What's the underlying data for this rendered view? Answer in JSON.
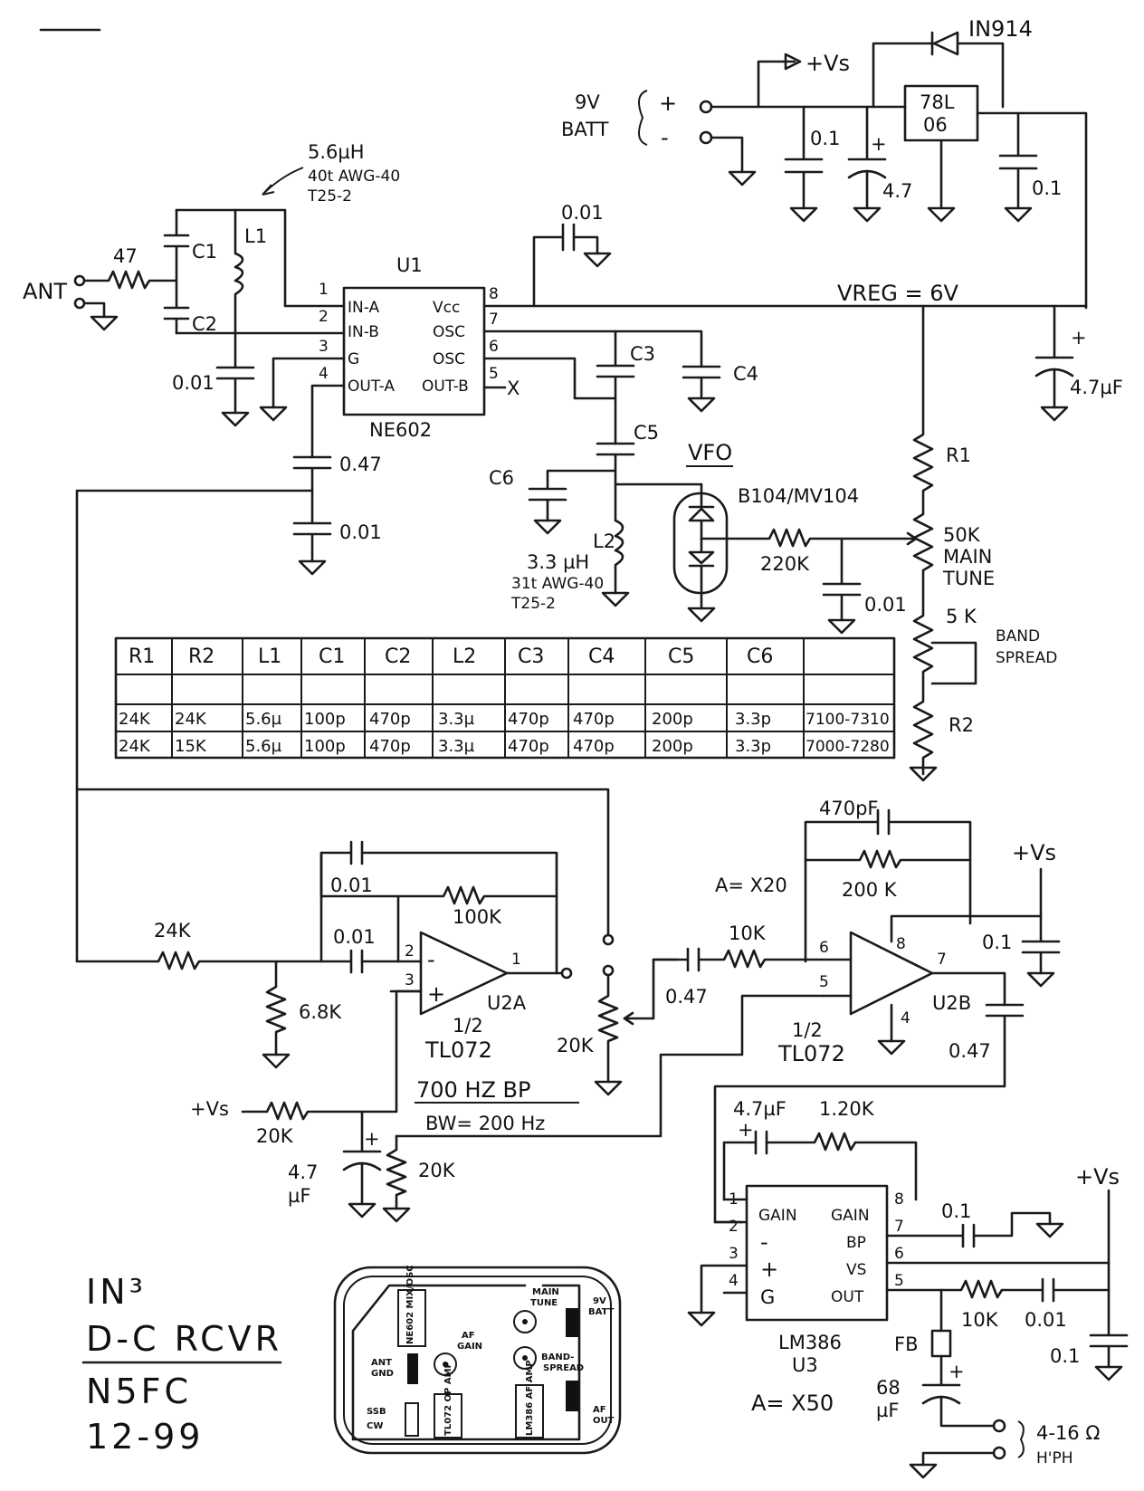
{
  "power": {
    "diode": "IN914",
    "vs": "+Vs",
    "battery": "9V\nBATT",
    "plus": "+",
    "minus": "-",
    "cap_a": "0.1",
    "cap_b": "4.7",
    "cap_c": "0.1",
    "regulator_a": "78L",
    "regulator_b": "06"
  },
  "mixer": {
    "l1_spec_a": "5.6µH",
    "l1_spec_b": "40t AWG-40",
    "l1_spec_c": "T25-2",
    "ant": "ANT",
    "r_in": "47",
    "c1": "C1",
    "c2": "C2",
    "l1": "L1",
    "c_bypass": "0.01",
    "u1": "U1",
    "chip": "NE602",
    "pins": [
      "IN-A",
      "IN-B",
      "G",
      "OUT-A",
      "Vcc",
      "OSC",
      "OSC",
      "OUT-B"
    ],
    "pin_nums": [
      "1",
      "2",
      "3",
      "4",
      "8",
      "7",
      "6",
      "5"
    ],
    "x_mark": "X",
    "vcc_cap": "0.01",
    "vreg": "VREG = 6V",
    "vreg_cap": "4.7µF",
    "out_cap": "0.47",
    "out_bypass": "0.01"
  },
  "vfo": {
    "c3": "C3",
    "c4": "C4",
    "c5": "C5",
    "c6": "C6",
    "title": "VFO",
    "varactor": "B104/MV104",
    "l2": "L2",
    "l2_spec_a": "3.3 µH",
    "l2_spec_b": "31t AWG-40",
    "l2_spec_c": "T25-2",
    "r_220k": "220K",
    "cap": "0.01",
    "r1": "R1",
    "main_tune_a": "50K",
    "main_tune_b": "MAIN",
    "main_tune_c": "TUNE",
    "band_pot": "5 K",
    "band_a": "BAND",
    "band_b": "SPREAD",
    "r2": "R2"
  },
  "table": {
    "headers": [
      "R1",
      "R2",
      "L1",
      "C1",
      "C2",
      "L2",
      "C3",
      "C4",
      "C5",
      "C6",
      ""
    ],
    "rows": [
      [
        "24K",
        "24K",
        "5.6µ",
        "100p",
        "470p",
        "3.3µ",
        "470p",
        "470p",
        "200p",
        "3.3p",
        "7100-7310"
      ],
      [
        "24K",
        "15K",
        "5.6µ",
        "100p",
        "470p",
        "3.3µ",
        "470p",
        "470p",
        "200p",
        "3.3p",
        "7000-7280"
      ]
    ]
  },
  "filter": {
    "c_fb": "0.01",
    "r_fb": "100K",
    "c_in": "0.01",
    "r_in": "24K",
    "r_shunt": "6.8K",
    "pin2": "2",
    "pin3": "3",
    "pin1": "1",
    "minus": "-",
    "plus": "+",
    "u2a": "U2A",
    "half": "1/2",
    "opamp": "TL072",
    "bp": "700 HZ BP",
    "bw": "BW= 200 Hz",
    "vs": "+Vs",
    "r_bias1": "20K",
    "r_bias2": "20K",
    "c_bias_a": "4.7",
    "c_bias_b": "µF",
    "gain_pot": "20K"
  },
  "preamp": {
    "c_fb": "470pF",
    "r_fb": "200 K",
    "gain": "A= X20",
    "c_in": "0.47",
    "r_in": "10K",
    "pin6": "6",
    "pin5": "5",
    "pin8": "8",
    "pin7": "7",
    "pin4": "4",
    "u2b": "U2B",
    "half": "1/2",
    "opamp": "TL072",
    "vs": "+Vs",
    "c_bypass": "0.1",
    "c_out": "0.47"
  },
  "amp": {
    "c_gain": "4.7µF",
    "r_gain": "1.20K",
    "vs": "+Vs",
    "pin_l": [
      "1",
      "2",
      "3",
      "4"
    ],
    "pin_r": [
      "8",
      "7",
      "6",
      "5"
    ],
    "lbl_l": [
      "GAIN",
      "-",
      "+",
      "G"
    ],
    "lbl_r": [
      "GAIN",
      "BP",
      "VS",
      "OUT"
    ],
    "chip": "LM386",
    "u3": "U3",
    "gain": "A= X50",
    "c_bp": "0.1",
    "r_out": "10K",
    "c_out": "0.01",
    "c_supply": "0.1",
    "fb": "FB",
    "c_big_a": "68",
    "c_big_b": "µF",
    "phones_a": "4-16 Ω",
    "phones_b": "H'PH"
  },
  "titleblock": {
    "line1": "IN³",
    "line2": "D-C RCVR",
    "line3": "N5FC",
    "line4": "12-99"
  },
  "layout": {
    "ne602": "NE602 MIX/OSC",
    "ant": "ANT",
    "gnd": "GND",
    "af_gain_a": "AF",
    "af_gain_b": "GAIN",
    "main_tune_a": "MAIN",
    "main_tune_b": "TUNE",
    "batt_a": "9V",
    "batt_b": "BATT",
    "band_a": "BAND-",
    "band_b": "SPREAD",
    "ssb": "SSB",
    "cw": "CW",
    "tl072": "TL072 OP AMP",
    "lm386": "LM386 AF AMP",
    "af_out_a": "AF",
    "af_out_b": "OUT"
  }
}
